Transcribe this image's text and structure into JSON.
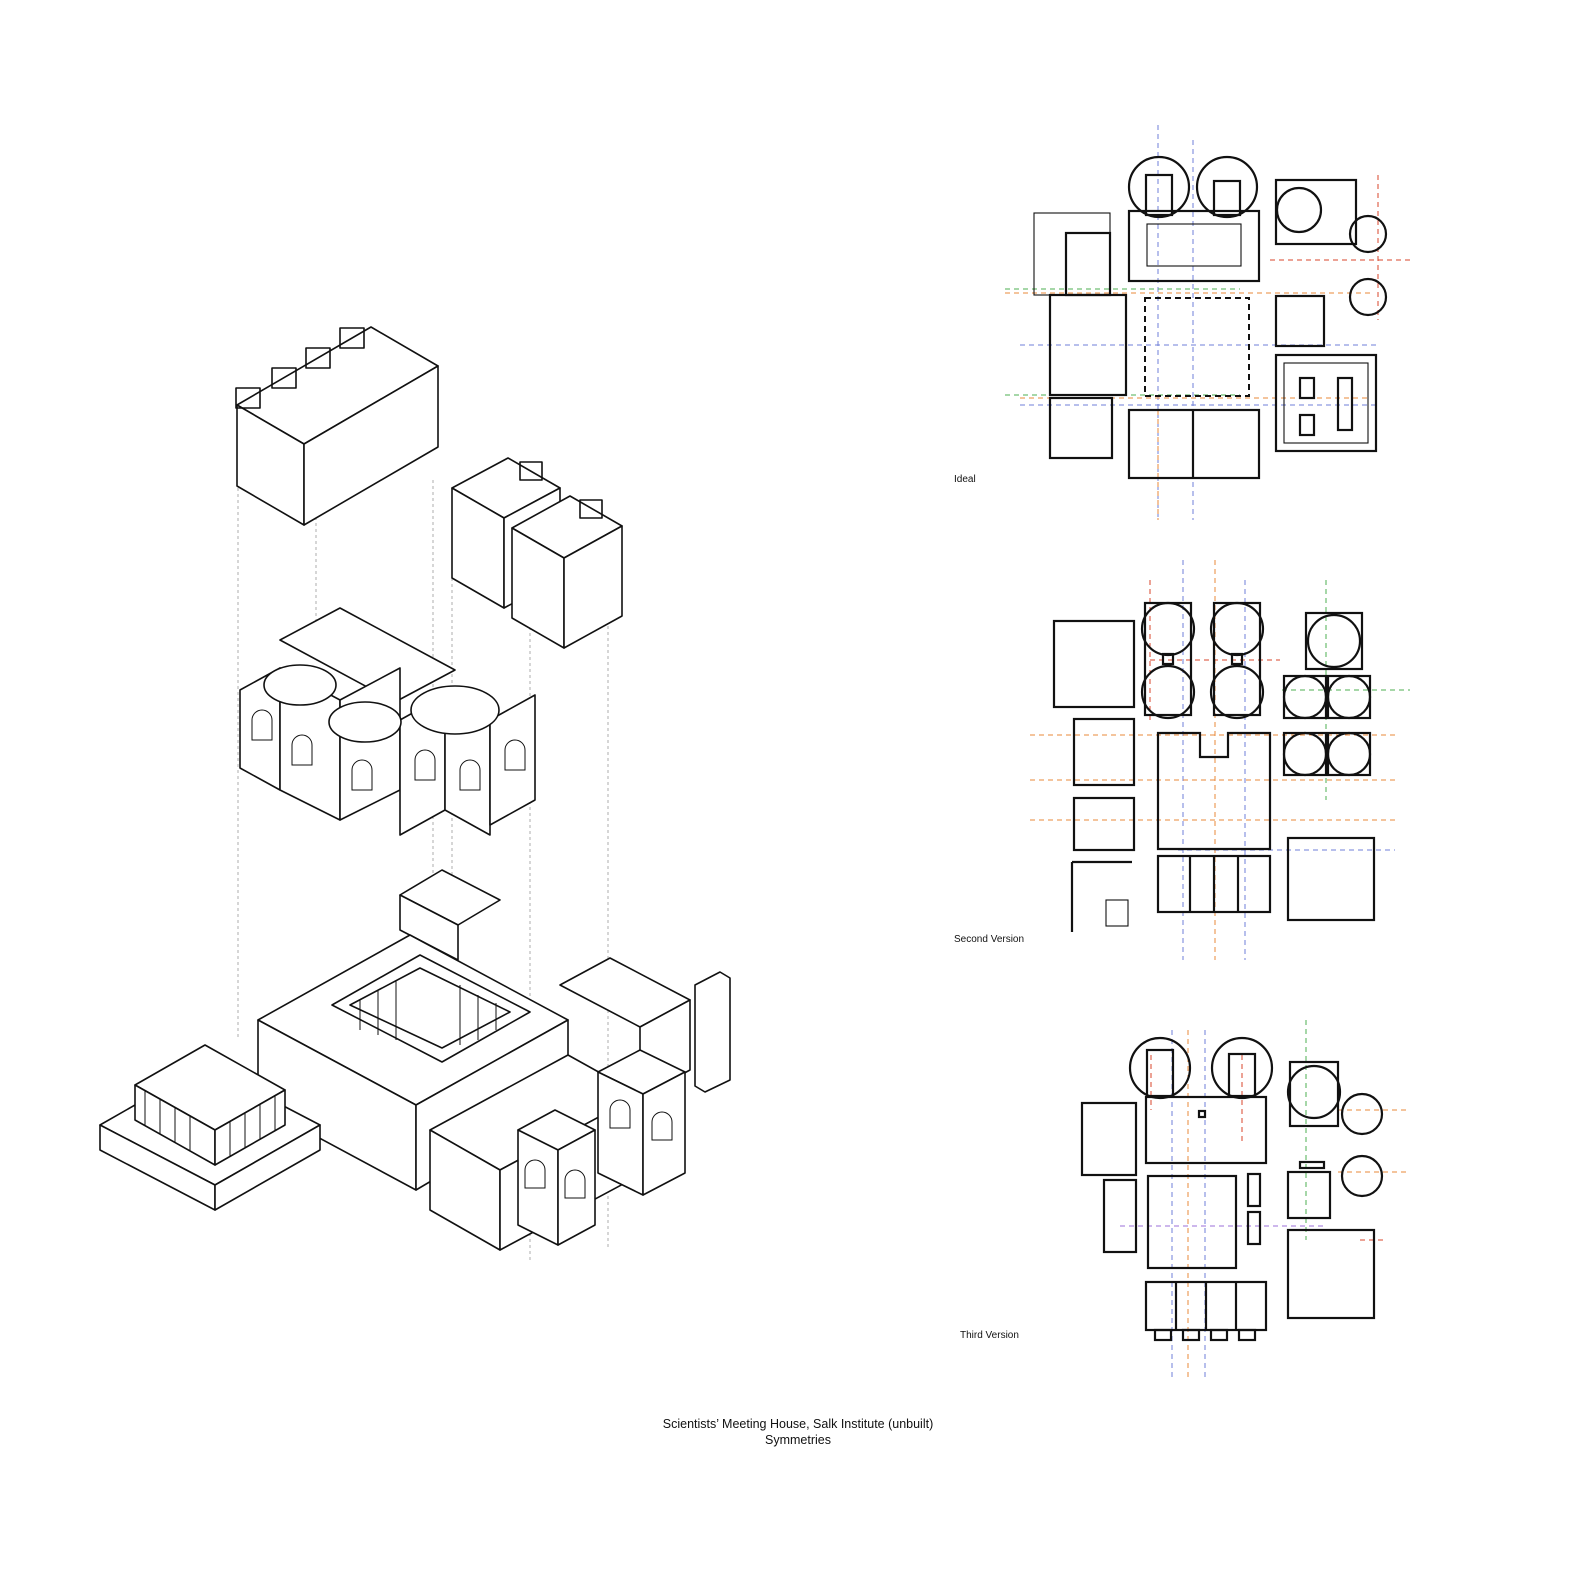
{
  "plans": {
    "ideal": {
      "label": "Ideal"
    },
    "second": {
      "label": "Second Version"
    },
    "third": {
      "label": "Third Version"
    }
  },
  "caption": {
    "line1": "Scientists’ Meeting House, Salk Institute (unbuilt)",
    "line2": "Symmetries"
  },
  "axis_colors": {
    "blue": "#6f7fd8",
    "orange": "#e8883a",
    "red": "#d9452b",
    "green": "#4caf50",
    "purple": "#9b6fd8"
  }
}
